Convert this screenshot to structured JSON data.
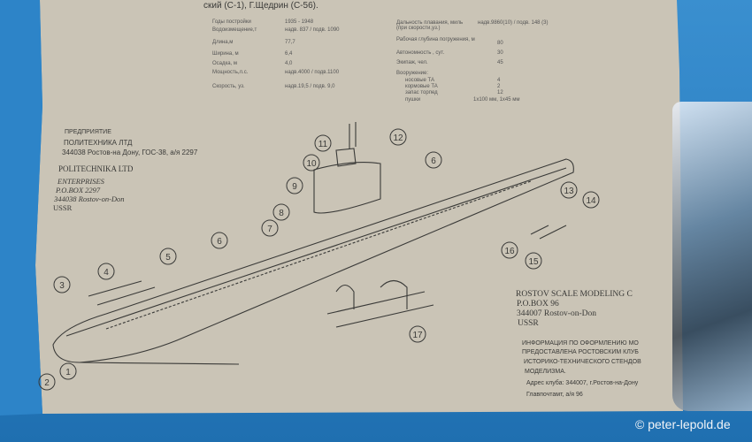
{
  "header_fragment": "ский (С-1), Г.Щедрин (С-56).",
  "specs_left": [
    {
      "label": "Годы постройки",
      "value": "1935 - 1948"
    },
    {
      "label": "Водоизмещение,т",
      "value": "надв. 837 / подв. 1090"
    },
    {
      "label": "Длина,м",
      "value": "77,7"
    },
    {
      "label": "Ширина, м",
      "value": "6,4"
    },
    {
      "label": "Осадка, м",
      "value": "4,0"
    },
    {
      "label": "Мощность,л.с.",
      "value": "надв.4000 / подв.1100"
    },
    {
      "label": "Скорость, уз.",
      "value": "надв.19,5 / подв. 9,0"
    }
  ],
  "specs_right": [
    {
      "label": "Дальность плавания, миль (при скорости,уз.)",
      "value": "надв.9860(10) / подв. 148 (3)"
    },
    {
      "label": "Рабочая глубина погружения, м",
      "value": "80"
    },
    {
      "label": "Автономность , сут.",
      "value": "30"
    },
    {
      "label": "Экипаж, чел.",
      "value": "45"
    },
    {
      "label": "Вооружение:",
      "value": ""
    },
    {
      "label": "носовые ТА",
      "value": "4"
    },
    {
      "label": "кормовые ТА",
      "value": "2"
    },
    {
      "label": "запас торпед",
      "value": "12"
    },
    {
      "label": "пушки",
      "value": "1х100 мм, 1х45 мм"
    }
  ],
  "company_ru": [
    "ПРЕДПРИЯТИЕ",
    "ПОЛИТЕХНИКА ЛТД",
    "344038 Ростов-на Дону, ГОС-38, а/я 2297"
  ],
  "company_en": [
    "POLITECHNIKA LTD",
    "ENTERPRISES",
    "P.O.BOX 2297",
    "344038 Rostov-on-Don",
    "USSR"
  ],
  "club_en": [
    "ROSTOV SCALE MODELING C",
    "P.O.BOX 96",
    "344007 Rostov-on-Don",
    "USSR"
  ],
  "club_ru": [
    "ИНФОРМАЦИЯ ПО ОФОРМЛЕНИЮ МО",
    "ПРЕДОСТАВЛЕНА РОСТОВСКИМ КЛУБ",
    "ИСТОРИКО-ТЕХНИЧЕСКОГО СТЕНДОВ",
    "МОДЕЛИЗМА.",
    "Адрес клуба:   344007, г.Ростов-на-Дону",
    "Главпочтамт, а/я 96"
  ],
  "part_numbers": [
    "1",
    "2",
    "3",
    "4",
    "5",
    "6",
    "6",
    "7",
    "8",
    "9",
    "10",
    "11",
    "12",
    "13",
    "14",
    "15",
    "16",
    "17"
  ],
  "watermark": "© peter-lepold.de"
}
